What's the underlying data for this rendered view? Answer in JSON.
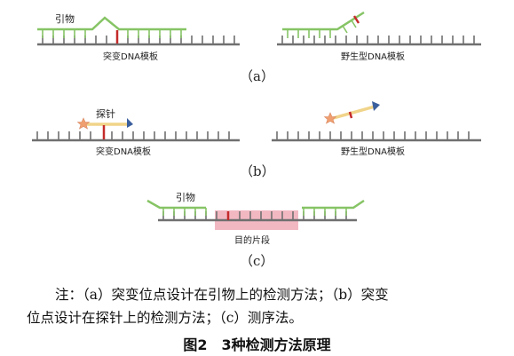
{
  "panel_a": {
    "primer_label": "引物",
    "left_template_label": "突变DNA模板",
    "right_template_label": "野生型DNA模板",
    "panel_label": "（a）"
  },
  "panel_b": {
    "probe_label": "探针",
    "left_template_label": "突变DNA模板",
    "right_template_label": "野生型DNA模板",
    "panel_label": "（b）"
  },
  "panel_c": {
    "primer_label": "引物",
    "target_label": "目的片段",
    "panel_label": "（c）"
  },
  "note_line1": "注：（a）突变位点设计在引物上的检测方法；（b）突变",
  "note_line2": "位点设计在探针上的检测方法；（c）测序法。",
  "figure_title": "图2　3种检测方法原理",
  "colors": {
    "template": "#707070",
    "primer": "#86c465",
    "mutation": "#c42a2a",
    "probe": "#f0d48a",
    "star": "#f0a070",
    "triangle": "#3a5f9c",
    "target_box": "#f2b8c2"
  }
}
